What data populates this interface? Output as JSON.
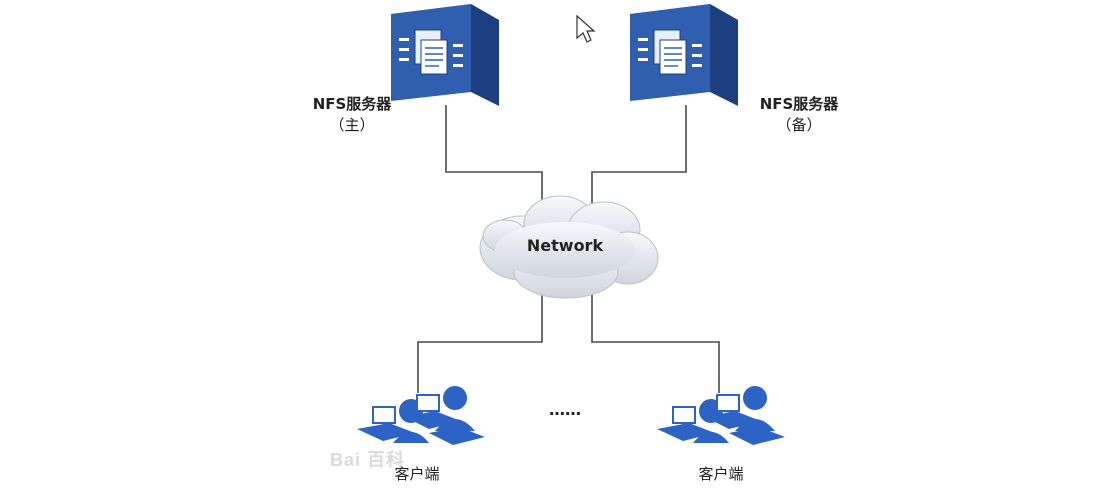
{
  "servers": {
    "primary": {
      "name": "NFS服务器",
      "role": "（主）"
    },
    "backup": {
      "name": "NFS服务器",
      "role": "（备）"
    }
  },
  "network": {
    "label": "Network"
  },
  "clients": {
    "left_label": "客户端",
    "right_label": "客户端",
    "ellipsis": "……"
  },
  "watermark": "Bai 百科",
  "colors": {
    "server_front": "#2f5fae",
    "server_top": "#5f8fd6",
    "server_side": "#1d3f80",
    "client_blue": "#2c63c4",
    "cloud_fill": "#eaedf2",
    "line": "#4a4a4a"
  }
}
